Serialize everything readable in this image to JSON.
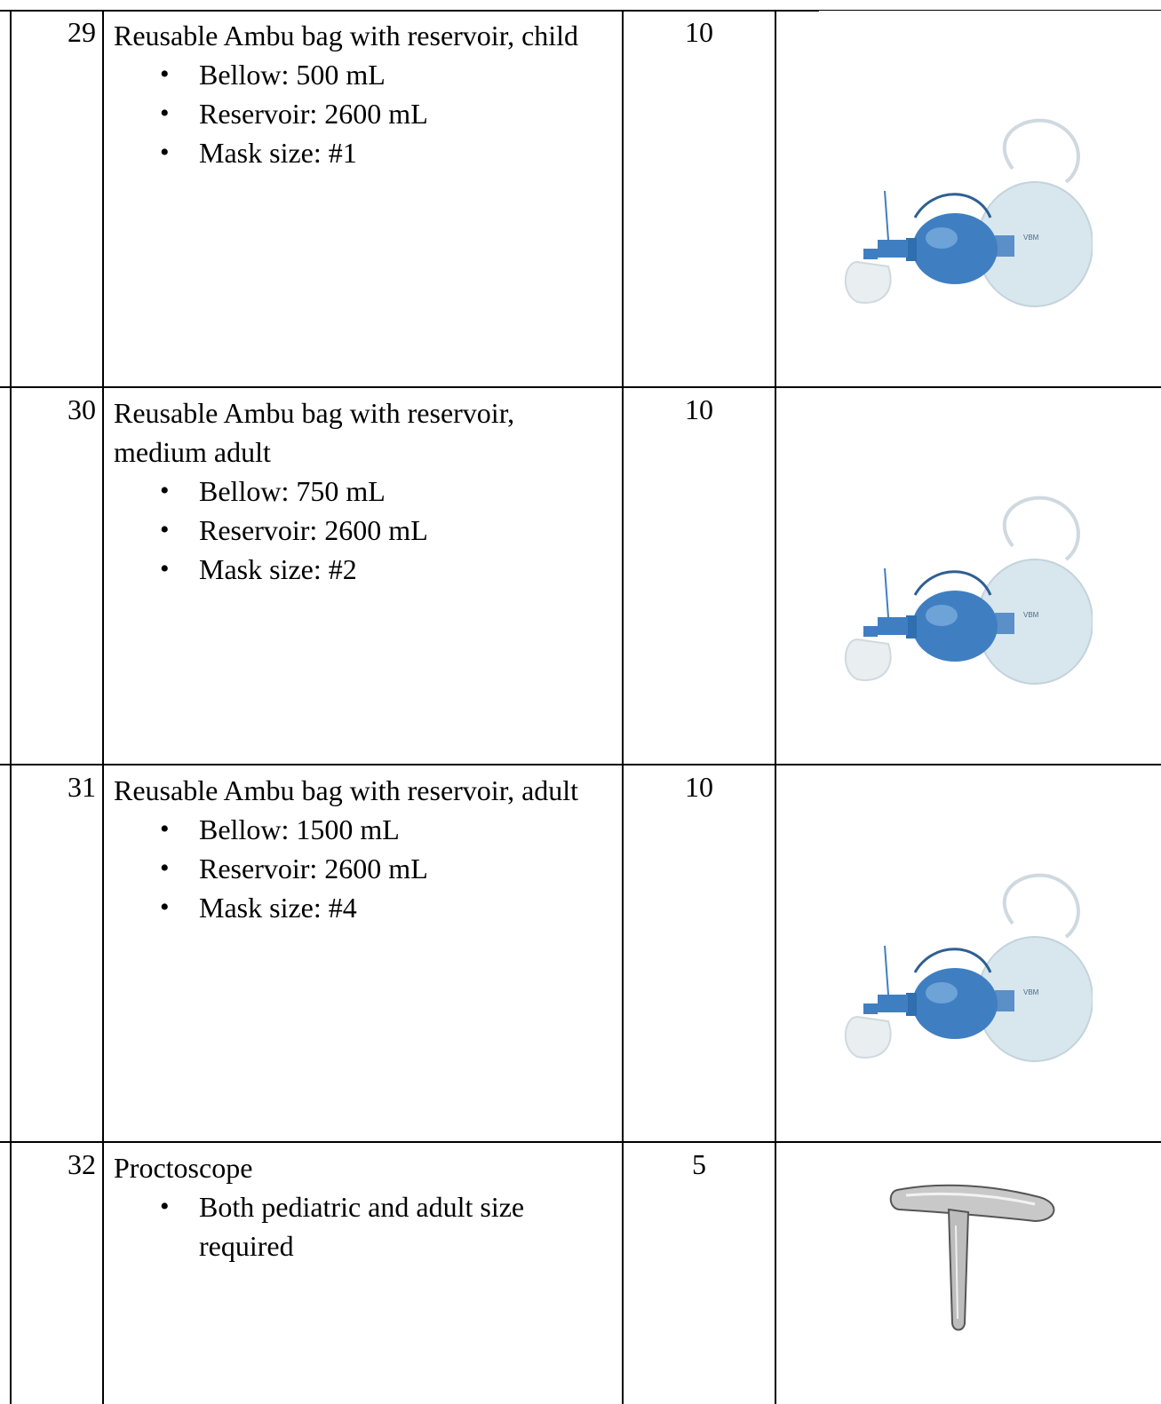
{
  "rows": [
    {
      "number": "29",
      "title": "Reusable Ambu bag with reservoir, child",
      "bullets": [
        "Bellow: 500 mL",
        "Reservoir: 2600 mL",
        "Mask size: #1"
      ],
      "quantity": "10",
      "image": "ambu-bag-image"
    },
    {
      "number": "30",
      "title": "Reusable Ambu bag with reservoir, medium adult",
      "bullets": [
        "Bellow: 750 mL",
        "Reservoir: 2600 mL",
        "Mask size: #2"
      ],
      "quantity": "10",
      "image": "ambu-bag-image"
    },
    {
      "number": "31",
      "title": "Reusable Ambu bag with reservoir, adult",
      "bullets": [
        "Bellow: 1500 mL",
        "Reservoir: 2600 mL",
        "Mask size: #4"
      ],
      "quantity": "10",
      "image": "ambu-bag-image"
    },
    {
      "number": "32",
      "title": "Proctoscope",
      "bullets": [
        "Both pediatric and adult size required"
      ],
      "quantity": "5",
      "image": "proctoscope-image"
    }
  ],
  "colors": {
    "bellow": "#3f7fc1",
    "reservoir": "#d8e6ee",
    "metal": "#b9b9b9"
  }
}
